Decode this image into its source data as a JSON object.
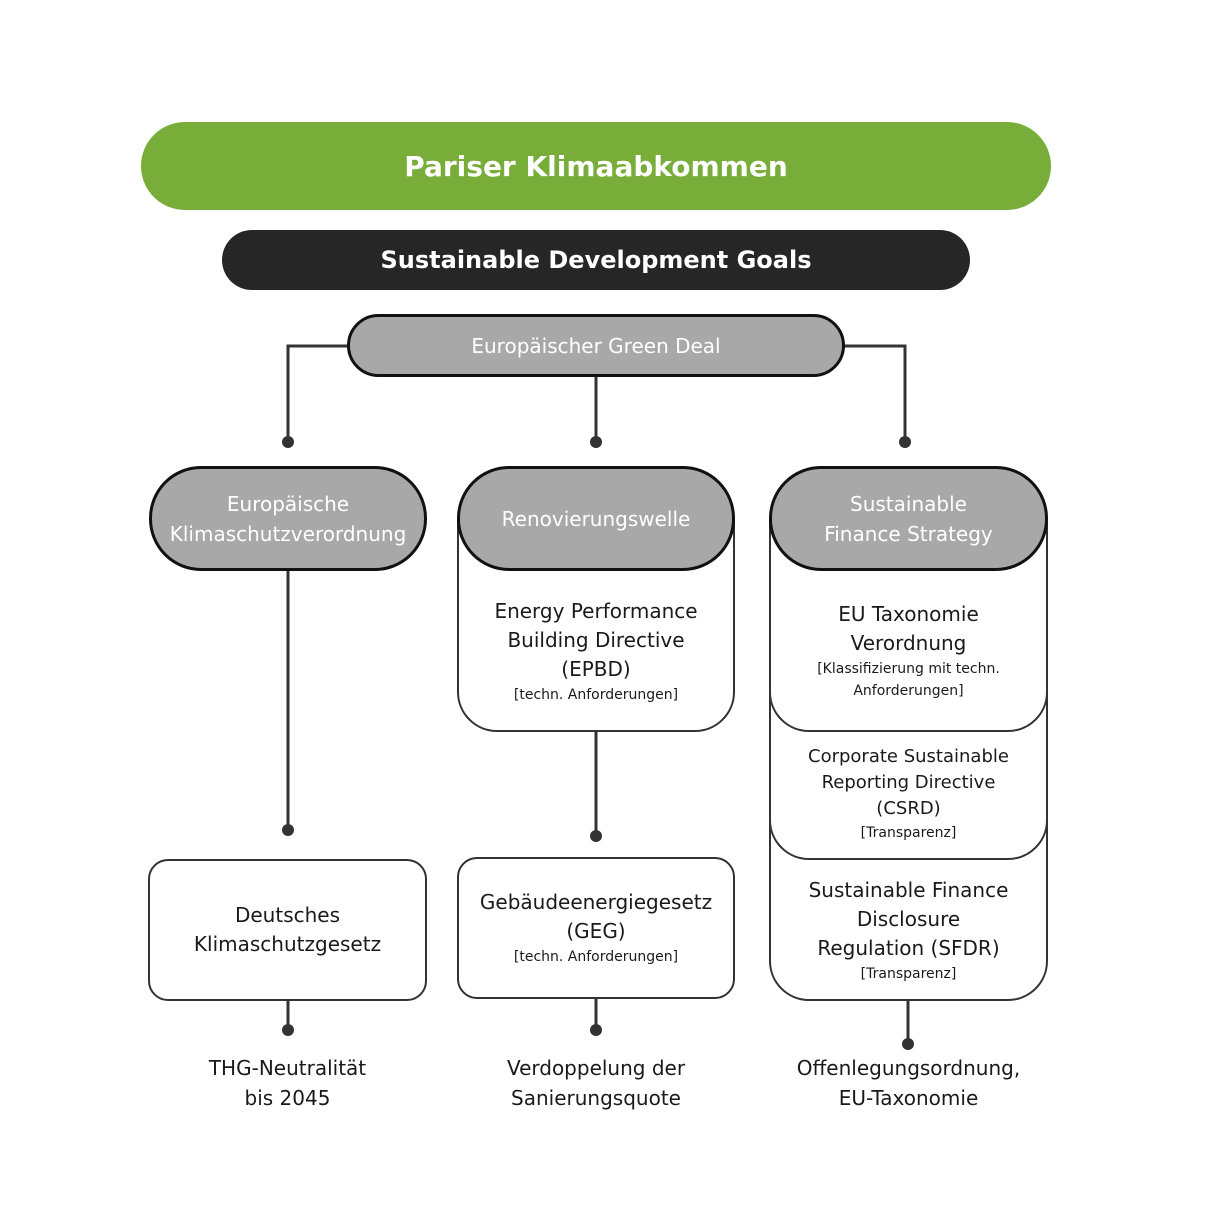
{
  "top": {
    "paris": "Pariser Klimaabkommen",
    "sdg": "Sustainable Development Goals",
    "green_deal": "Europäischer Green Deal"
  },
  "columns": [
    {
      "header": [
        "Europäische",
        "Klimaschutzverordnung"
      ],
      "law": {
        "title": [
          "Deutsches",
          "Klimaschutzgesetz"
        ]
      },
      "outcome": [
        "THG-Neutralität",
        "bis 2045"
      ]
    },
    {
      "header": [
        "Renovierungswelle"
      ],
      "directive": {
        "title": [
          "Energy Performance",
          "Building Directive",
          "(EPBD)"
        ],
        "note": "[techn. Anforderungen]"
      },
      "law": {
        "title": [
          "Gebäudeenergiegesetz",
          "(GEG)"
        ],
        "note": "[techn. Anforderungen]"
      },
      "outcome": [
        "Verdoppelung der",
        "Sanierungsquote"
      ]
    },
    {
      "header": [
        "Sustainable",
        "Finance Strategy"
      ],
      "stack": [
        {
          "title": [
            "EU Taxonomie",
            "Verordnung"
          ],
          "note": [
            "[Klassifizierung mit techn.",
            "Anforderungen]"
          ]
        },
        {
          "title": [
            "Corporate Sustainable",
            "Reporting Directive",
            "(CSRD)"
          ],
          "note": [
            "[Transparenz]"
          ]
        },
        {
          "title": [
            "Sustainable Finance",
            "Disclosure",
            "Regulation (SFDR)"
          ],
          "note": [
            "[Transparenz]"
          ]
        }
      ],
      "outcome": [
        "Offenlegungsordnung,",
        "EU-Taxonomie"
      ]
    }
  ],
  "colors": {
    "green": "#77ad38",
    "dark": "#262626",
    "grey": "#a8a8a8",
    "line": "#333333"
  }
}
